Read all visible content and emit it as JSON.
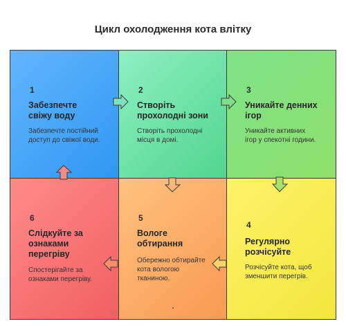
{
  "title": "Цикл охолодження кота влітку",
  "steps": [
    {
      "num": "1",
      "title_lines": [
        "Забезпечте",
        "свіжу воду"
      ],
      "desc_lines": [
        "Забезпечте постійний",
        "доступ до свіжої води."
      ],
      "color": "#3fa2f6"
    },
    {
      "num": "2",
      "title_lines": [
        "Створіть",
        "прохолодні зони"
      ],
      "desc_lines": [
        "Створіть прохолодні",
        "місця в домі."
      ],
      "color": "#5fdc98"
    },
    {
      "num": "3",
      "title_lines": [
        "Уникайте денних",
        "ігор"
      ],
      "desc_lines": [
        "Уникайте активних",
        "ігор у спекотні години."
      ],
      "color": "#86e070"
    },
    {
      "num": "4",
      "title_lines": [
        "Регулярно",
        "розчісуйте"
      ],
      "desc_lines": [
        "Розчісуйте кота, щоб",
        "зменшити перегрів."
      ],
      "color": "#f6e84a"
    },
    {
      "num": "5",
      "title_lines": [
        "Вологе",
        "обтирання"
      ],
      "desc_lines": [
        "Обережно обтирайте",
        "кота вологою",
        "тканиною."
      ],
      "color": "#fbaa63"
    },
    {
      "num": "6",
      "title_lines": [
        "Слідкуйте за",
        "ознаками",
        "перегріву"
      ],
      "desc_lines": [
        "Спостерігайте за",
        "ознаками перегріву."
      ],
      "color": "#f56e72"
    }
  ]
}
